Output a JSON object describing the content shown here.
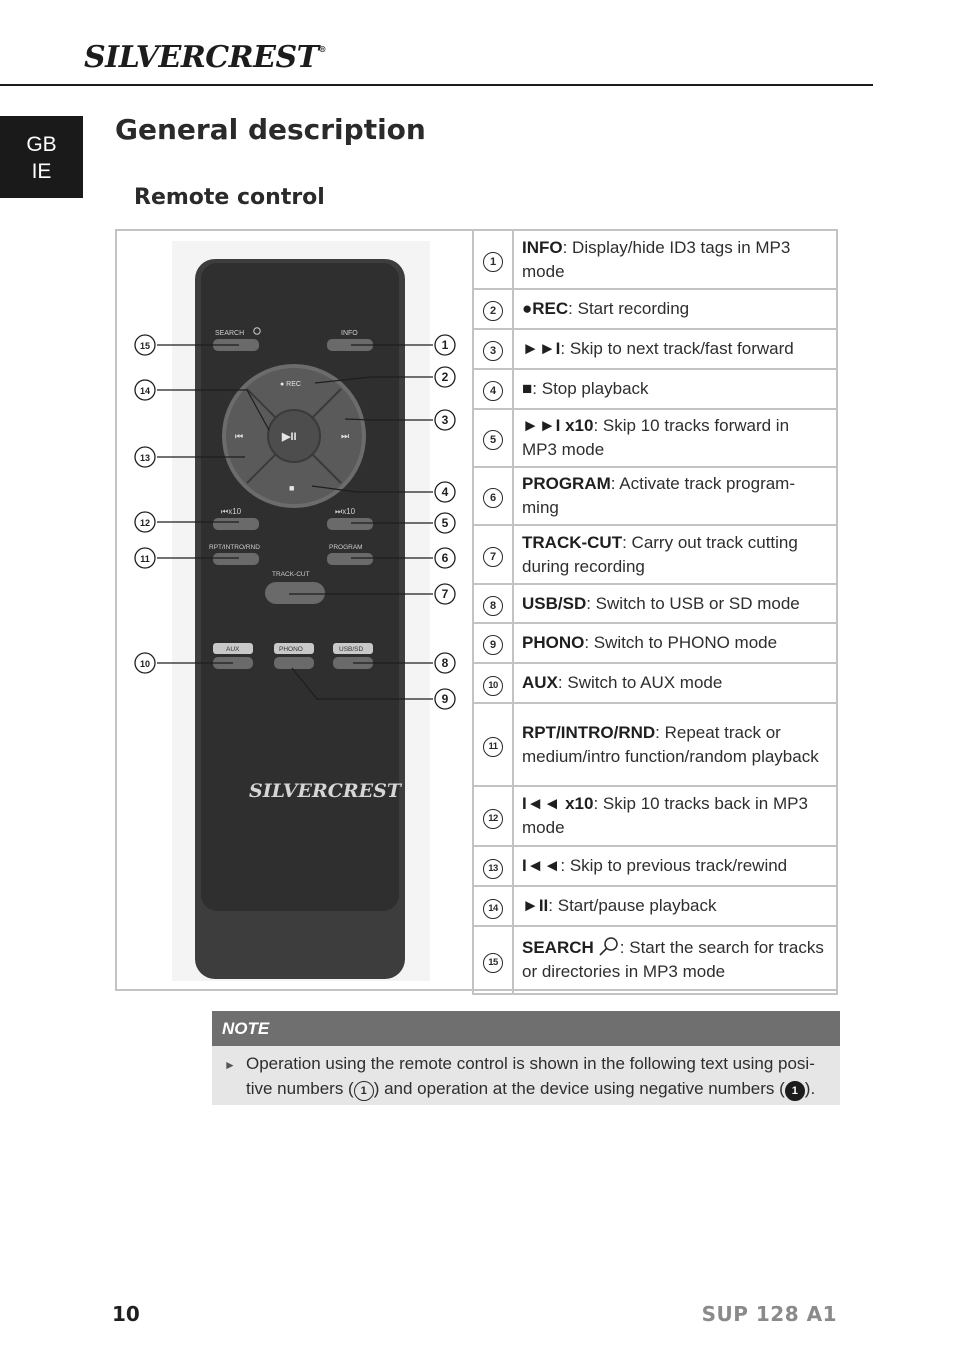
{
  "header": {
    "brand": "SILVERCREST",
    "trademark": "®",
    "lang_tab": [
      "GB",
      "IE"
    ]
  },
  "page": {
    "title": "General description",
    "section_title": "Remote control"
  },
  "remote": {
    "button_labels": {
      "search": "SEARCH",
      "info": "INFO",
      "rec": "● REC",
      "prev": "⏮",
      "playpause": "▶II",
      "next": "⏭",
      "stop": "■",
      "prev10": "⏮x10",
      "next10": "⏭x10",
      "rpt": "RPT/INTRO/RND",
      "program": "PROGRAM",
      "trackcut": "TRACK-CUT",
      "aux": "AUX",
      "phono": "PHONO",
      "usbsd": "USB/SD"
    },
    "brand": "SILVERCREST",
    "callouts": [
      "1",
      "2",
      "3",
      "4",
      "5",
      "6",
      "7",
      "8",
      "9",
      "10",
      "11",
      "12",
      "13",
      "14",
      "15"
    ]
  },
  "items": [
    {
      "num": "1",
      "key": "INFO",
      "desc": ": Display/hide ID3 tags in MP3 mode"
    },
    {
      "num": "2",
      "key": "●REC",
      "desc": ": Start recording"
    },
    {
      "num": "3",
      "key": "►►I",
      "desc": ": Skip to next track/fast forward"
    },
    {
      "num": "4",
      "key": "■",
      "desc": ": Stop playback"
    },
    {
      "num": "5",
      "key": "►►I x10",
      "desc": ": Skip 10 tracks forward in MP3 mode"
    },
    {
      "num": "6",
      "key": "PROGRAM",
      "desc": ": Activate track program-ming"
    },
    {
      "num": "7",
      "key": "TRACK-CUT",
      "desc": ": Carry out track cutting during recording"
    },
    {
      "num": "8",
      "key": "USB/SD",
      "desc": ": Switch to USB or SD mode"
    },
    {
      "num": "9",
      "key": "PHONO",
      "desc": ": Switch to PHONO mode"
    },
    {
      "num": "10",
      "key": "AUX",
      "desc": ": Switch to AUX mode"
    },
    {
      "num": "11",
      "key": "RPT/INTRO/RND",
      "desc": ": Repeat track or medium/intro function/random playback"
    },
    {
      "num": "12",
      "key": "I◄◄ x10",
      "desc": ": Skip 10 tracks back in MP3 mode"
    },
    {
      "num": "13",
      "key": "I◄◄",
      "desc": ": Skip to previous track/rewind"
    },
    {
      "num": "14",
      "key": "►II",
      "desc": ": Start/pause playback"
    },
    {
      "num": "15",
      "key": "SEARCH",
      "desc": ": Start the search for tracks or directories in MP3 mode"
    }
  ],
  "note": {
    "heading": "NOTE",
    "text_before": "Operation using the remote control is shown in the following text using posi-tive numbers (",
    "pos_num": "1",
    "text_middle": ") and operation at the device using negative numbers (",
    "neg_num": "1",
    "text_after": ")."
  },
  "footer": {
    "page_number": "10",
    "model": "SUP 128 A1"
  }
}
